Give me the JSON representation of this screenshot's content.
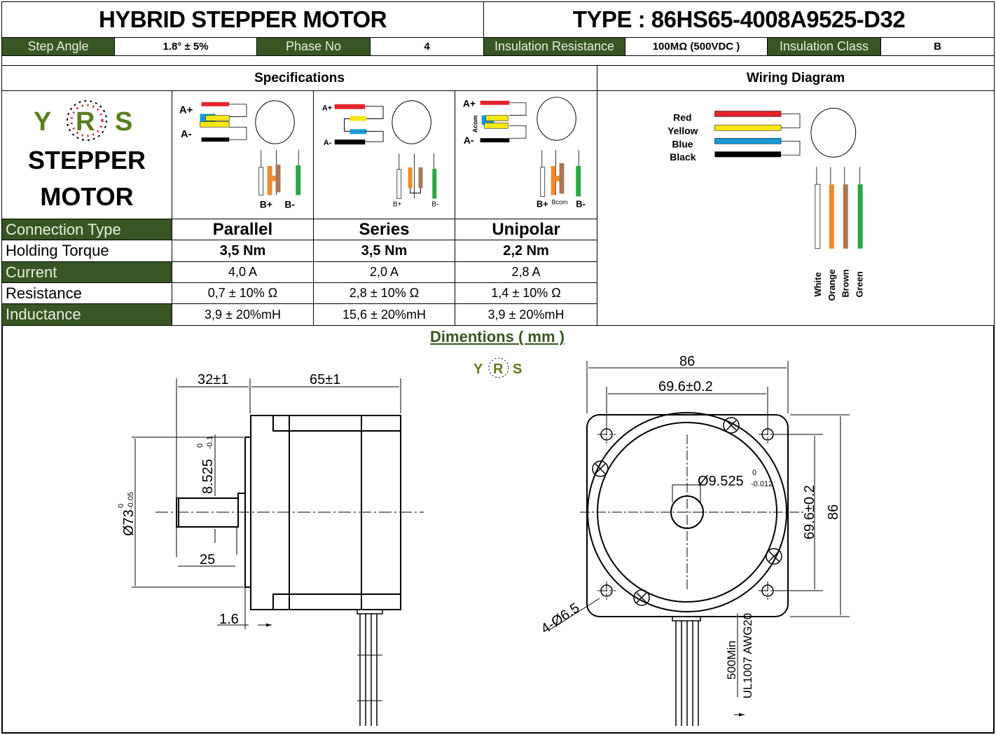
{
  "header": {
    "title": "HYBRID STEPPER MOTOR",
    "type": "TYPE : 86HS65-4008A9525-D32"
  },
  "props": [
    {
      "label": "Step Angle",
      "value": "1.8° ± 5%"
    },
    {
      "label": "Phase No",
      "value": "4"
    },
    {
      "label": "Insulation Resistance",
      "value": "100MΩ  (500VDC )"
    },
    {
      "label": "Insulation Class",
      "value": "B"
    }
  ],
  "sections": {
    "specifications": "Specifications",
    "wiring": "Wiring Diagram"
  },
  "logo": {
    "brand": "YRS",
    "line1": "STEPPER",
    "line2": "MOTOR"
  },
  "diagram_labels": {
    "a_plus": "A+",
    "a_minus": "A-",
    "b_plus": "B+",
    "b_minus": "B-",
    "a_com": "Acom",
    "b_com": "Bcom"
  },
  "table": {
    "rows": [
      {
        "label": "Connection Type",
        "values": [
          "Parallel",
          "Series",
          "Unipolar"
        ]
      },
      {
        "label": "Holding Torque",
        "values": [
          "3,5 Nm",
          "3,5 Nm",
          "2,2 Nm"
        ]
      },
      {
        "label": "Current",
        "values": [
          "4,0 A",
          "2,0 A",
          "2,8 A"
        ]
      },
      {
        "label": "Resistance",
        "values": [
          "0,7 ± 10% Ω",
          "2,8 ± 10% Ω",
          "1,4 ± 10% Ω"
        ]
      },
      {
        "label": "Inductance",
        "values": [
          "3,9  ±  20%mH",
          "15,6  ±  20%mH",
          "3,9  ±  20%mH"
        ]
      }
    ]
  },
  "wiring": {
    "a_wires": [
      "Red",
      "Yellow",
      "Blue",
      "Black"
    ],
    "b_wires": [
      "White",
      "Orange",
      "Brown",
      "Green"
    ]
  },
  "colors": {
    "accent": "#375623",
    "red": "#e3232a",
    "yellow": "#f5e614",
    "blue": "#1a9ad6",
    "black": "#000000",
    "white": "#ffffff",
    "orange": "#f08a2c",
    "brown": "#a87756",
    "green": "#2aa745"
  },
  "dimensions": {
    "title": "Dimentions ( mm )",
    "side": {
      "shaft_length": "32±1",
      "body_length": "65±1",
      "flange_dia": "Ø73",
      "flange_tol_upper": "0",
      "flange_tol_lower": "-0.05",
      "flat": "8.525",
      "flat_tol_upper": "0",
      "flat_tol_lower": "-0.1",
      "flat_length": "25",
      "flange_thk": "1.6"
    },
    "front": {
      "width": "86",
      "hole_spacing": "69.6±0.2",
      "shaft_dia": "Ø9.525",
      "shaft_tol_upper": "0",
      "shaft_tol_lower": "-0.012",
      "height": "86",
      "hole_spacing_v": "69.6±0.2",
      "holes": "4-Ø6.5",
      "lead_len": "500Min",
      "lead_spec": "UL1007 AWG20"
    }
  }
}
